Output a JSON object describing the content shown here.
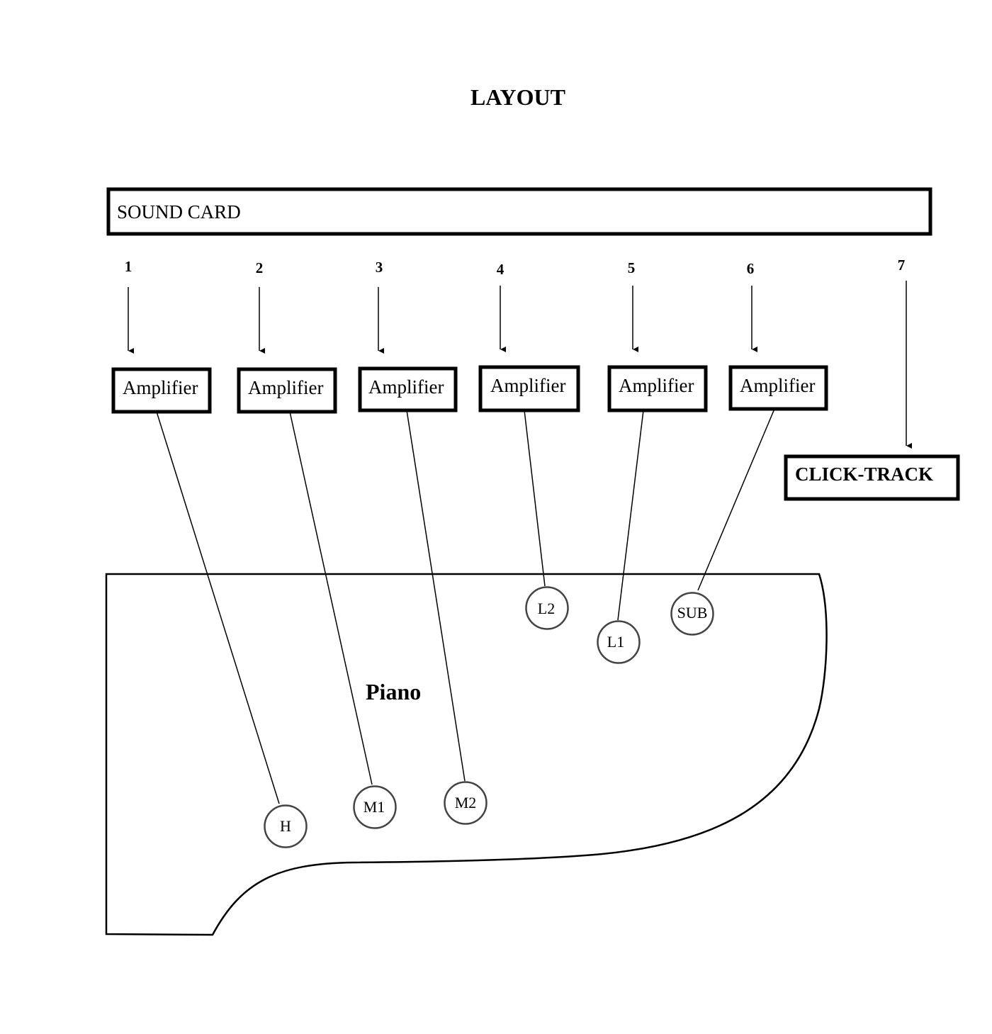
{
  "title": "LAYOUT",
  "sound_card": {
    "label": "SOUND CARD"
  },
  "channels": [
    {
      "number": "1",
      "amplifier": "Amplifier",
      "mic": "H"
    },
    {
      "number": "2",
      "amplifier": "Amplifier",
      "mic": "M1"
    },
    {
      "number": "3",
      "amplifier": "Amplifier",
      "mic": "M2"
    },
    {
      "number": "4",
      "amplifier": "Amplifier",
      "mic": "L2"
    },
    {
      "number": "5",
      "amplifier": "Amplifier",
      "mic": "L1"
    },
    {
      "number": "6",
      "amplifier": "Amplifier",
      "mic": "SUB"
    }
  ],
  "click_track": {
    "number": "7",
    "label": "CLICK-TRACK"
  },
  "piano": {
    "label": "Piano"
  },
  "colors": {
    "stroke": "#000000",
    "mic_stroke": "#444444",
    "background": "#ffffff"
  }
}
